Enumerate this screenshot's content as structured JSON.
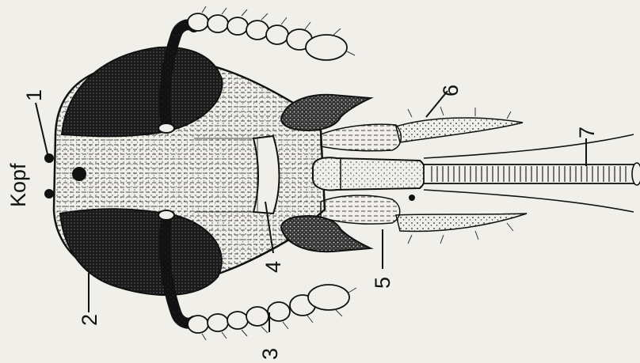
{
  "figure": {
    "title": "Kopf",
    "labels": [
      "1",
      "2",
      "3",
      "4",
      "5",
      "6",
      "7"
    ]
  },
  "colors": {
    "background": "#f1efea",
    "ink": "#111111",
    "eye_fill": "#1a1a1a"
  }
}
